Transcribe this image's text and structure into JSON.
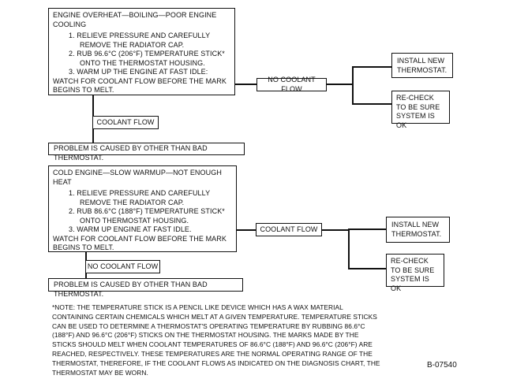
{
  "section1": {
    "title": "ENGINE OVERHEAT—BOILING—POOR ENGINE COOLING",
    "steps": [
      "1. RELIEVE PRESSURE AND CAREFULLY REMOVE THE RADIATOR CAP.",
      "2. RUB 96.6°C (206°F) TEMPERATURE STICK* ONTO THE THERMOSTAT HOUSING.",
      "3. WARM UP THE ENGINE AT FAST IDLE:"
    ],
    "watch": "WATCH FOR COOLANT FLOW BEFORE THE MARK BEGINS TO MELT.",
    "branch_right": "NO COOLANT FLOW",
    "branch_down": "COOLANT FLOW",
    "install": "INSTALL NEW THERMOSTAT.",
    "recheck": "RE-CHECK TO BE SURE SYSTEM IS OK",
    "result": "PROBLEM IS CAUSED BY OTHER THAN BAD THERMOSTAT."
  },
  "section2": {
    "title": "COLD ENGINE—SLOW WARMUP—NOT ENOUGH HEAT",
    "steps": [
      "1. RELIEVE PRESSURE AND CAREFULLY REMOVE THE RADIATOR CAP.",
      "2. RUB 86.6°C (188°F) TEMPERATURE STICK* ONTO THERMOSTAT HOUSING.",
      "3. WARM UP ENGINE AT FAST IDLE."
    ],
    "watch": "WATCH FOR COOLANT FLOW BEFORE THE MARK BEGINS TO MELT.",
    "branch_right": "COOLANT FLOW",
    "branch_down": "NO COOLANT FLOW",
    "install": "INSTALL NEW THERMOSTAT.",
    "recheck": "RE-CHECK TO BE SURE SYSTEM IS OK",
    "result": "PROBLEM IS CAUSED BY OTHER THAN BAD THERMOSTAT."
  },
  "note": "*NOTE: THE TEMPERATURE STICK IS A PENCIL LIKE DEVICE WHICH HAS A WAX MATERIAL CONTAINING CERTAIN CHEMICALS WHICH MELT AT A GIVEN TEMPERATURE. TEMPERATURE STICKS CAN BE USED TO DETERMINE A THERMOSTAT'S OPERATING TEMPERATURE BY RUBBING 86.6°C (188°F) AND 96.6°C (206°F) STICKS ON THE THERMOSTAT HOUSING. THE MARKS MADE BY THE STICKS SHOULD MELT WHEN COOLANT TEMPERATURES OF 86.6°C (188°F) AND 96.6°C (206°F) ARE REACHED, RESPECTIVELY. THESE TEMPERATURES ARE THE NORMAL OPERATING RANGE OF THE THERMOSTAT, THEREFORE, IF THE COOLANT FLOWS AS INDICATED ON THE DIAGNOSIS CHART, THE THERMOSTAT MAY BE WORN.",
  "figure_code": "B-07540"
}
